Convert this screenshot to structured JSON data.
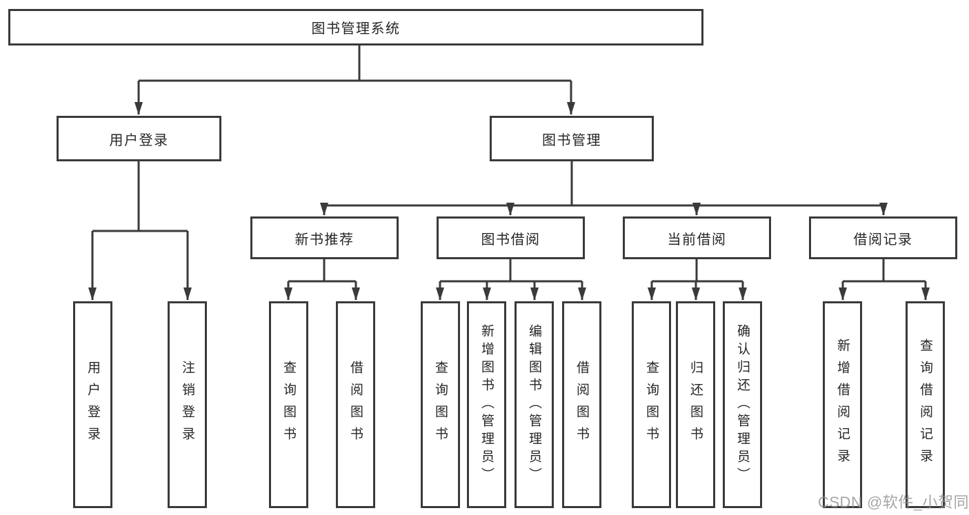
{
  "diagram": {
    "root_label": "图书管理系统",
    "level2": [
      {
        "label": "用户登录",
        "children": [
          "用户登录",
          "注销登录"
        ]
      },
      {
        "label": "图书管理",
        "sections": [
          {
            "label": "新书推荐",
            "children": [
              "查询图书",
              "借阅图书"
            ]
          },
          {
            "label": "图书借阅",
            "children": [
              "查询图书",
              "新增图书（管理员）",
              "编辑图书（管理员）",
              "借阅图书"
            ]
          },
          {
            "label": "当前借阅",
            "children": [
              "查询图书",
              "归还图书",
              "确认归还（管理员）"
            ]
          },
          {
            "label": "借阅记录",
            "children": [
              "新增借阅记录",
              "查询借阅记录"
            ]
          }
        ]
      }
    ]
  },
  "watermark": "CSDN @软件_小贺同学",
  "colors": {
    "line": "#3a3a3a",
    "text": "#262626",
    "watermark": "#8f8f8f",
    "background": "#ffffff"
  }
}
